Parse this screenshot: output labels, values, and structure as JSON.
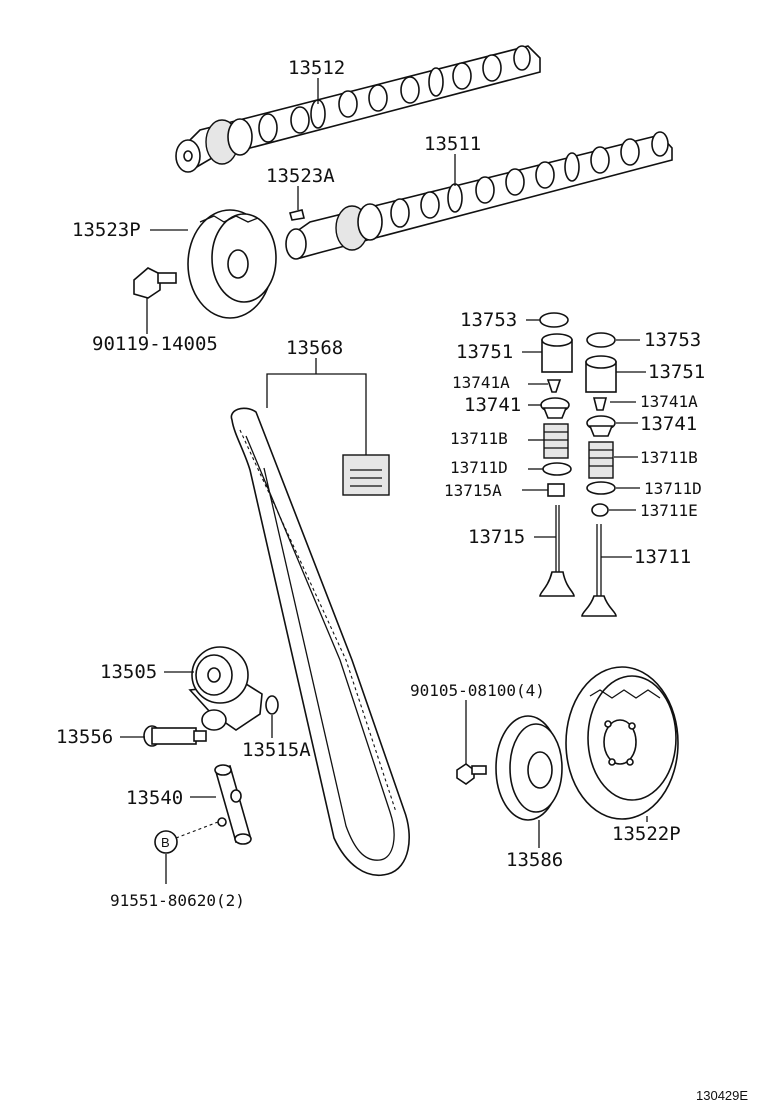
{
  "labels": {
    "camshaft_exhaust": "13512",
    "camshaft_intake": "13511",
    "pin_13523A": "13523A",
    "pulley_13523P": "13523P",
    "bolt_90119": "90119-14005",
    "belt": "13568",
    "lifter_shim_left": "13753",
    "lifter_shim_right": "13753",
    "lifter_left": "13751",
    "lifter_right": "13751",
    "keeper_left": "13741A",
    "keeper_right": "13741A",
    "retainer_left": "13741",
    "retainer_right": "13741",
    "spring_left": "13711B",
    "spring_right": "13711B",
    "seat_left": "13711D",
    "seat_right": "13711D",
    "seal_left": "13715A",
    "seal_right": "13711E",
    "valve_exhaust": "13715",
    "valve_intake": "13711",
    "idler": "13505",
    "bolt_13556": "13556",
    "spacer_13515A": "13515A",
    "tensioner": "13540",
    "bolt_90105": "90105-08100(4)",
    "crank_pulley": "13586",
    "drive_pulley": "13522P",
    "circle_b": "B",
    "bolt_91551": "91551-80620(2)"
  },
  "reference_code": "130429E"
}
